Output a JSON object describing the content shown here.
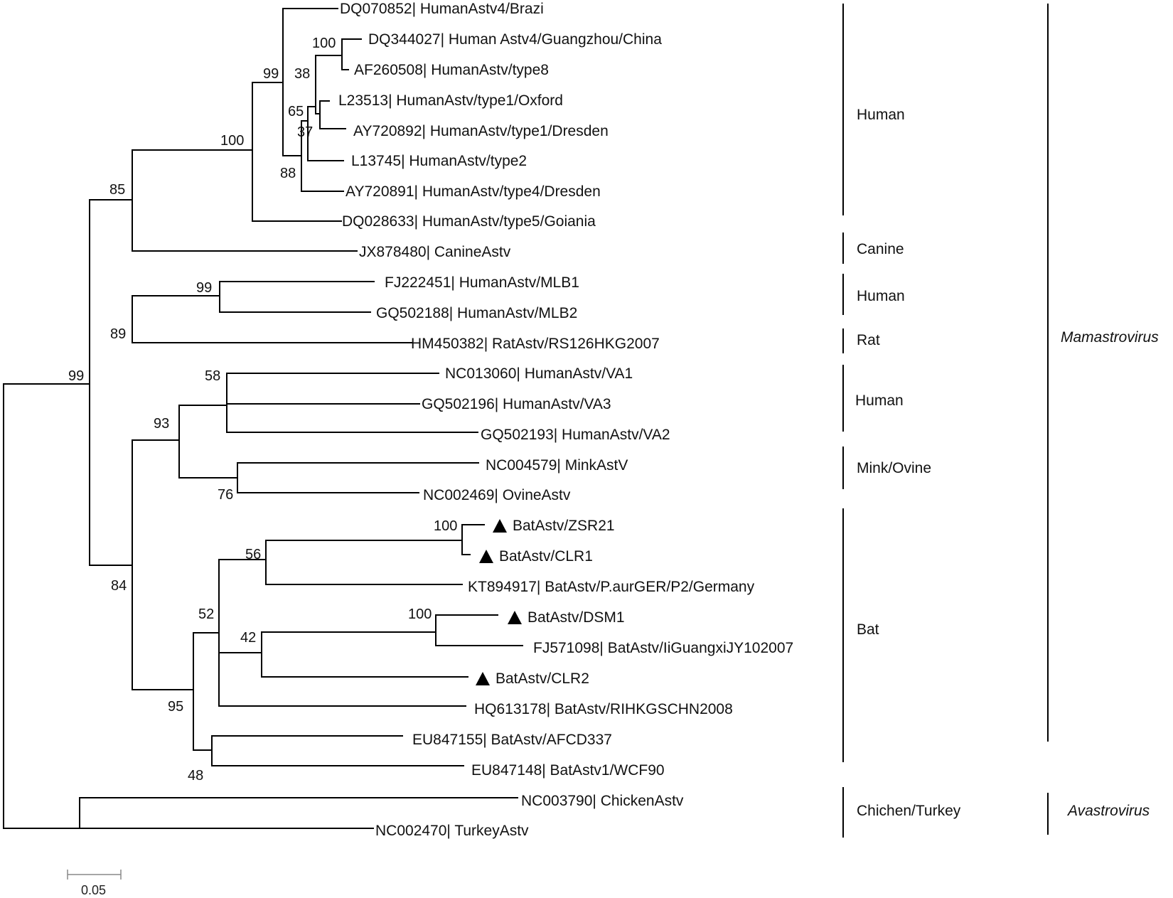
{
  "tree": {
    "leaves": [
      {
        "id": "l1",
        "label": "DQ070852| HumanAstv4/Brazi",
        "marker": false
      },
      {
        "id": "l2",
        "label": "DQ344027| Human Astv4/Guangzhou/China",
        "marker": false
      },
      {
        "id": "l3",
        "label": "AF260508| HumanAstv/type8",
        "marker": false
      },
      {
        "id": "l4",
        "label": "L23513| HumanAstv/type1/Oxford",
        "marker": false
      },
      {
        "id": "l5",
        "label": "AY720892| HumanAstv/type1/Dresden",
        "marker": false
      },
      {
        "id": "l6",
        "label": "L13745| HumanAstv/type2",
        "marker": false
      },
      {
        "id": "l7",
        "label": "AY720891| HumanAstv/type4/Dresden",
        "marker": false
      },
      {
        "id": "l8",
        "label": "DQ028633| HumanAstv/type5/Goiania",
        "marker": false
      },
      {
        "id": "l9",
        "label": "JX878480| CanineAstv",
        "marker": false
      },
      {
        "id": "l10",
        "label": "FJ222451| HumanAstv/MLB1",
        "marker": false
      },
      {
        "id": "l11",
        "label": "GQ502188| HumanAstv/MLB2",
        "marker": false
      },
      {
        "id": "l12",
        "label": "HM450382| RatAstv/RS126HKG2007",
        "marker": false
      },
      {
        "id": "l13",
        "label": "NC013060| HumanAstv/VA1",
        "marker": false
      },
      {
        "id": "l14",
        "label": "GQ502196| HumanAstv/VA3",
        "marker": false
      },
      {
        "id": "l15",
        "label": "GQ502193| HumanAstv/VA2",
        "marker": false
      },
      {
        "id": "l16",
        "label": "NC004579| MinkAstV",
        "marker": false
      },
      {
        "id": "l17",
        "label": "NC002469| OvineAstv",
        "marker": false
      },
      {
        "id": "l18",
        "label": "BatAstv/ZSR21",
        "marker": true
      },
      {
        "id": "l19",
        "label": "BatAstv/CLR1",
        "marker": true
      },
      {
        "id": "l20",
        "label": "KT894917| BatAstv/P.aurGER/P2/Germany",
        "marker": false
      },
      {
        "id": "l21",
        "label": "BatAstv/DSM1",
        "marker": true
      },
      {
        "id": "l22",
        "label": "FJ571098| BatAstv/IiGuangxiJY102007",
        "marker": false
      },
      {
        "id": "l23",
        "label": "BatAstv/CLR2",
        "marker": true
      },
      {
        "id": "l24",
        "label": "HQ613178| BatAstv/RIHKGSCHN2008",
        "marker": false
      },
      {
        "id": "l25",
        "label": "EU847155| BatAstv/AFCD337",
        "marker": false
      },
      {
        "id": "l26",
        "label": "EU847148| BatAstv1/WCF90",
        "marker": false
      },
      {
        "id": "l27",
        "label": "NC003790| ChickenAstv",
        "marker": false
      },
      {
        "id": "l28",
        "label": "NC002470| TurkeyAstv",
        "marker": false
      }
    ],
    "bootstrap_values": [
      "100",
      "99",
      "38",
      "65",
      "37",
      "88",
      "100",
      "85",
      "99",
      "89",
      "99",
      "58",
      "93",
      "76",
      "100",
      "56",
      "100",
      "42",
      "52",
      "95",
      "48",
      "84"
    ]
  },
  "groups": [
    {
      "id": "g-human-1",
      "label": "Human"
    },
    {
      "id": "g-canine",
      "label": "Canine"
    },
    {
      "id": "g-human-2",
      "label": "Human"
    },
    {
      "id": "g-rat",
      "label": "Rat"
    },
    {
      "id": "g-human-3",
      "label": "Human"
    },
    {
      "id": "g-mink",
      "label": "Mink/Ovine"
    },
    {
      "id": "g-bat",
      "label": "Bat"
    },
    {
      "id": "g-avian",
      "label": "Chichen/Turkey"
    }
  ],
  "genera": [
    {
      "id": "mamastrovirus",
      "label": "Mamastrovirus"
    },
    {
      "id": "avastrovirus",
      "label": "Avastrovirus"
    }
  ],
  "scale_bar": {
    "label": "0.05",
    "value": 0.05
  }
}
